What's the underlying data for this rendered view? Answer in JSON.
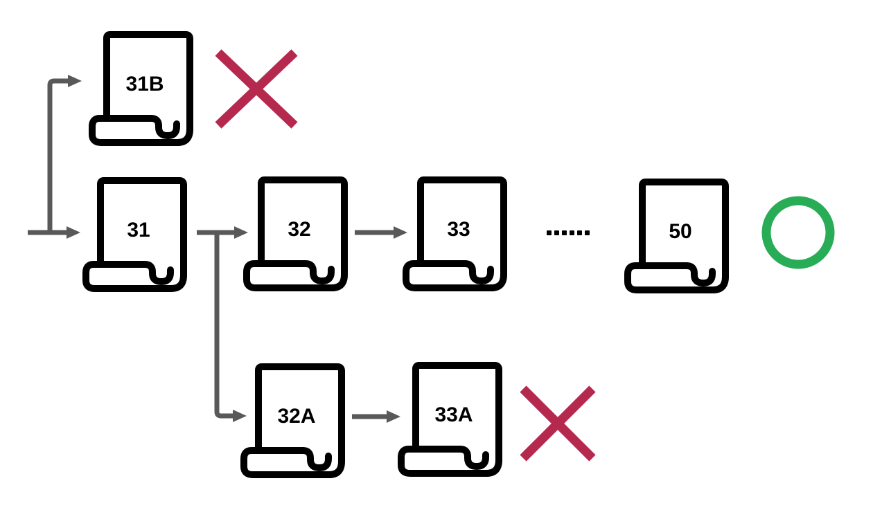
{
  "diagram": {
    "documents": [
      {
        "label": "31B"
      },
      {
        "label": "31"
      },
      {
        "label": "32"
      },
      {
        "label": "33"
      },
      {
        "label": "50"
      },
      {
        "label": "32A"
      },
      {
        "label": "33A"
      }
    ],
    "flow": {
      "main_chain": [
        "31",
        "32",
        "33",
        "50"
      ],
      "main_chain_ellipsis_between": [
        "33",
        "50"
      ],
      "rejected_branch_top": [
        "31B"
      ],
      "rejected_branch_bottom": [
        "32A",
        "33A"
      ]
    },
    "connections": [
      {
        "from": "start",
        "to": "31"
      },
      {
        "from": "start",
        "to": "31B",
        "type": "branch-up"
      },
      {
        "from": "31",
        "to": "32"
      },
      {
        "from": "31",
        "to": "32A",
        "type": "branch-down"
      },
      {
        "from": "32",
        "to": "33"
      },
      {
        "from": "33",
        "to": "50",
        "via": "ellipsis"
      },
      {
        "from": "32A",
        "to": "33A"
      }
    ],
    "marks": [
      {
        "symbol": "cross",
        "at": "31B",
        "color": "#B5294E"
      },
      {
        "symbol": "circle",
        "at": "50",
        "color": "#28AC56"
      },
      {
        "symbol": "cross",
        "at": "33A",
        "color": "#B5294E"
      }
    ],
    "ellipsis_dot_count": 6,
    "colors": {
      "document_outline": "#000000",
      "arrow": "#595959",
      "cross": "#B5294E",
      "circle": "#28AC56",
      "background": "#ffffff"
    }
  }
}
